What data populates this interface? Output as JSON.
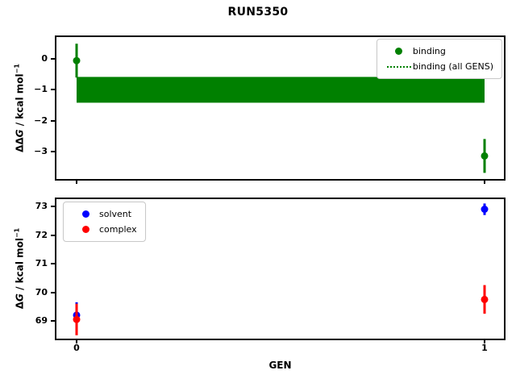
{
  "figure": {
    "title": "RUN5350",
    "background": "#ffffff"
  },
  "chart_data": [
    {
      "type": "scatter",
      "subplot": "top",
      "xlabel": "",
      "ylabel": "ΔΔG / kcal mol⁻¹",
      "ylabel_parts": {
        "prefix": "ΔΔ",
        "symbol": "G",
        "unit": " / kcal mol",
        "superscript": "−1"
      },
      "xlim": [
        -0.05,
        1.05
      ],
      "ylim": [
        -3.9,
        0.74
      ],
      "grid": false,
      "yticks": [
        {
          "v": 0,
          "label": "0"
        },
        {
          "v": -1,
          "label": "−1"
        },
        {
          "v": -2,
          "label": "−2"
        },
        {
          "v": -3,
          "label": "−3"
        }
      ],
      "xticks": [
        {
          "v": 0,
          "label": ""
        },
        {
          "v": 1,
          "label": ""
        }
      ],
      "series": [
        {
          "name": "binding",
          "color": "#008000",
          "marker": "circle",
          "x": [
            0,
            1
          ],
          "y": [
            -0.05,
            -3.15
          ],
          "yerr": [
            0.55,
            0.55
          ]
        }
      ],
      "band": {
        "name": "binding (all GENS)",
        "color": "#008000",
        "x_range": [
          0,
          1
        ],
        "y_top": -0.58,
        "y_bottom": -1.42,
        "center": -1.0,
        "center_linestyle": "dotted"
      },
      "legend": {
        "position": "upper right",
        "items": [
          {
            "label": "binding",
            "marker": "dot",
            "color": "#008000"
          },
          {
            "label": "binding (all GENS)",
            "marker": "dotted-line",
            "color": "#008000"
          }
        ]
      }
    },
    {
      "type": "scatter",
      "subplot": "bottom",
      "xlabel": "GEN",
      "ylabel": "ΔG / kcal mol⁻¹",
      "ylabel_parts": {
        "prefix": "Δ",
        "symbol": "G",
        "unit": " / kcal mol",
        "superscript": "−1"
      },
      "xlim": [
        -0.05,
        1.05
      ],
      "ylim": [
        68.38,
        73.28
      ],
      "grid": false,
      "yticks": [
        {
          "v": 73,
          "label": "73"
        },
        {
          "v": 72,
          "label": "72"
        },
        {
          "v": 71,
          "label": "71"
        },
        {
          "v": 70,
          "label": "70"
        },
        {
          "v": 69,
          "label": "69"
        }
      ],
      "xticks": [
        {
          "v": 0,
          "label": "0"
        },
        {
          "v": 1,
          "label": "1"
        }
      ],
      "series": [
        {
          "name": "solvent",
          "color": "#0000ff",
          "marker": "circle",
          "x": [
            0,
            1
          ],
          "y": [
            69.2,
            72.9
          ],
          "yerr": [
            0.45,
            0.2
          ]
        },
        {
          "name": "complex",
          "color": "#ff0000",
          "marker": "circle",
          "x": [
            0,
            1
          ],
          "y": [
            69.05,
            69.75
          ],
          "yerr": [
            0.55,
            0.5
          ]
        }
      ],
      "legend": {
        "position": "upper left",
        "items": [
          {
            "label": "solvent",
            "marker": "dot",
            "color": "#0000ff"
          },
          {
            "label": "complex",
            "marker": "dot",
            "color": "#ff0000"
          }
        ]
      }
    }
  ]
}
